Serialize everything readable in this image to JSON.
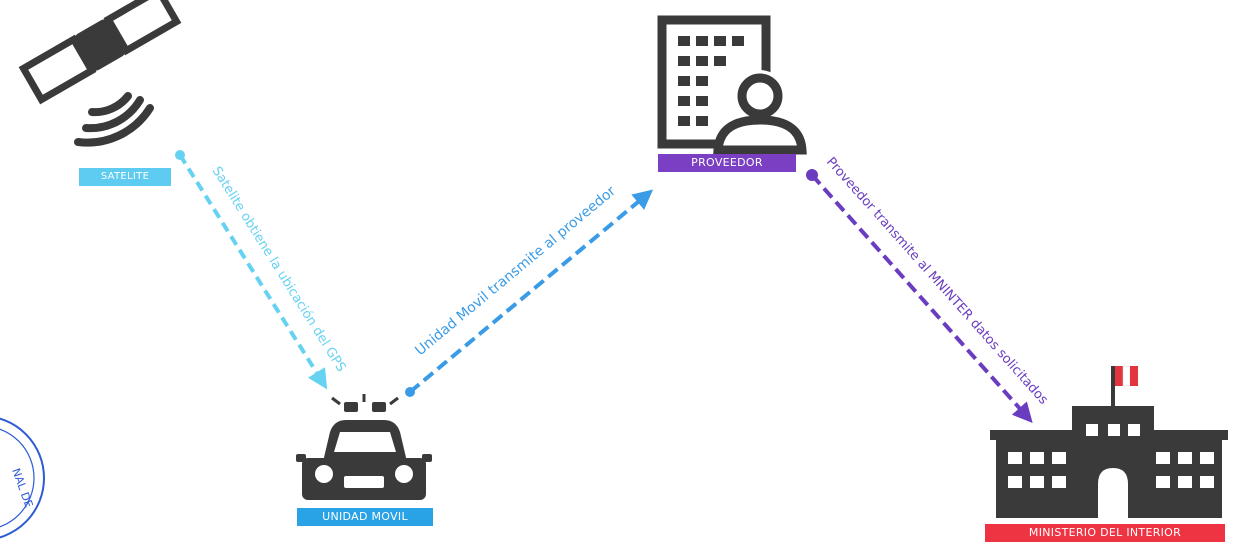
{
  "nodes": {
    "satelite": {
      "label": "SATELITE",
      "color": "#5ecbf0"
    },
    "unidad_movil": {
      "label": "UNIDAD MOVIL",
      "color": "#29a3e6"
    },
    "proveedor": {
      "label": "PROVEEDOR",
      "color": "#7a3fc2"
    },
    "ministerio": {
      "label": "MINISTERIO DEL INTERIOR",
      "color": "#ee3342"
    }
  },
  "edges": {
    "satelite_to_unidad": {
      "label": "Satelite obtiene la ubicación del GPS",
      "color": "#66d2f2"
    },
    "unidad_to_proveedor": {
      "label": "Unidad Movil transmite al proveedor",
      "color": "#3a9be6"
    },
    "proveedor_to_ministerio": {
      "label": "Proveedor transmite al MNINTER datos solicitados",
      "color": "#6a3cc0"
    }
  },
  "icon_color": "#3a3a3a",
  "flag_color": "#e3343f"
}
